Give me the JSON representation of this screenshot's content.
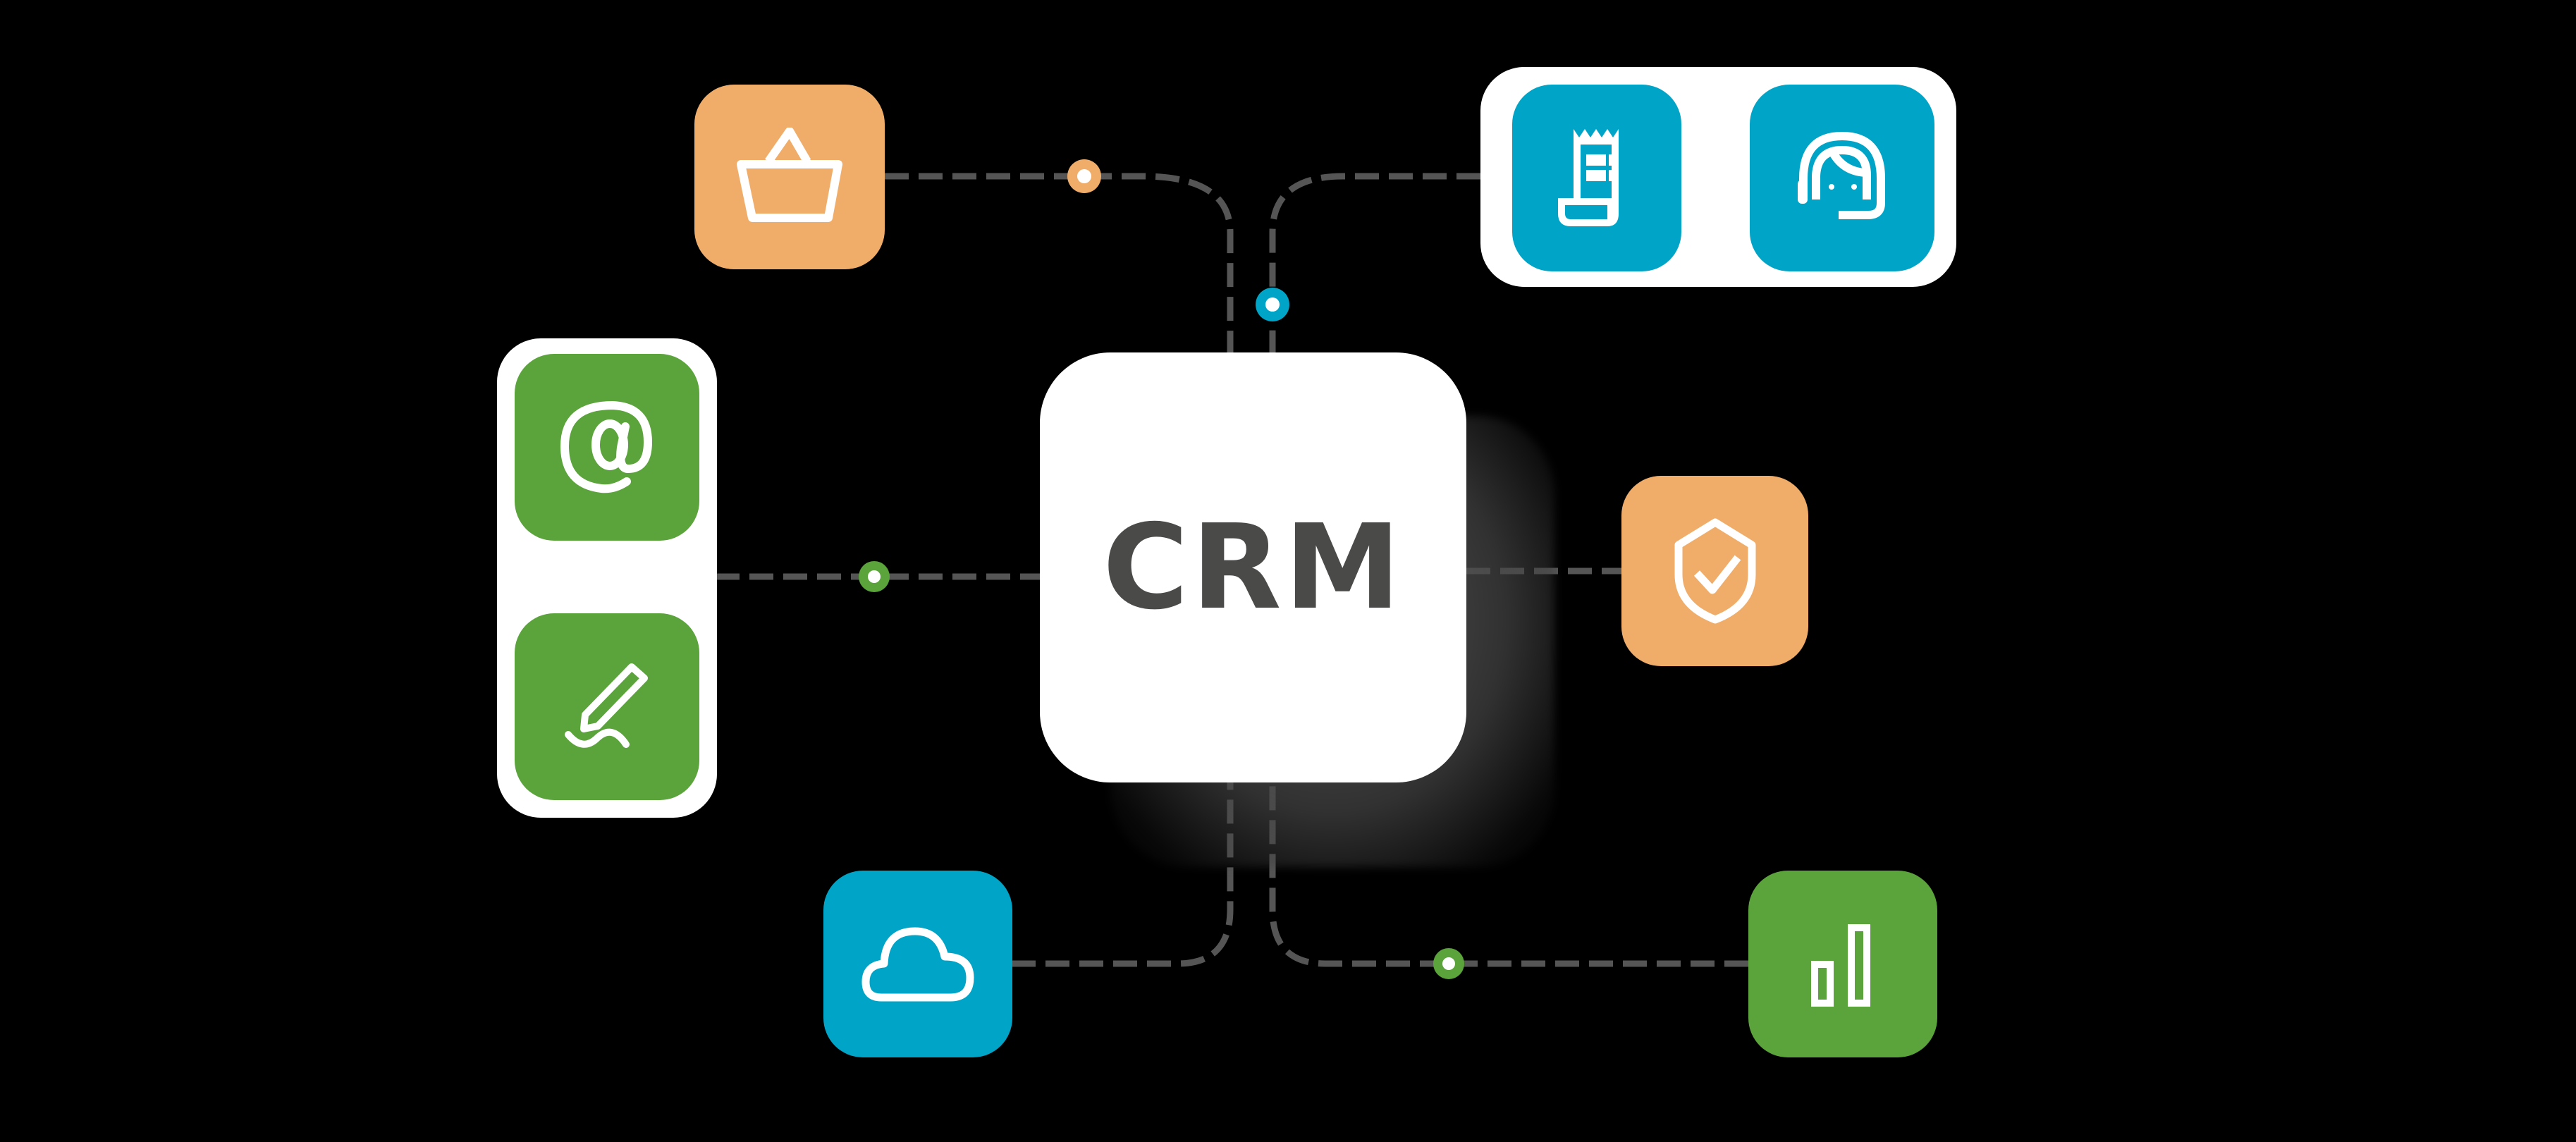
{
  "diagram": {
    "title": "CRM",
    "center_node": {
      "label": "CRM",
      "text_color": "#4a4b49",
      "background": "#ffffff"
    },
    "colors": {
      "orange": "#f0ad6a",
      "blue": "#00a4c6",
      "green": "#5ba33b",
      "connector": "#555555",
      "background": "#000000"
    },
    "nodes": [
      {
        "id": "shopping",
        "icon": "shopping-basket-icon",
        "color": "orange",
        "position": "top-left"
      },
      {
        "id": "invoice",
        "icon": "receipt-icon",
        "color": "blue",
        "position": "top-right",
        "group": "top-right-group"
      },
      {
        "id": "support",
        "icon": "headset-support-agent-icon",
        "color": "blue",
        "position": "top-right",
        "group": "top-right-group"
      },
      {
        "id": "email",
        "icon": "at-sign-email-icon",
        "color": "green",
        "position": "left",
        "group": "left-group"
      },
      {
        "id": "signature",
        "icon": "pen-signature-icon",
        "color": "green",
        "position": "left",
        "group": "left-group"
      },
      {
        "id": "security",
        "icon": "shield-check-icon",
        "color": "orange",
        "position": "right"
      },
      {
        "id": "cloud",
        "icon": "cloud-icon",
        "color": "blue",
        "position": "bottom-left"
      },
      {
        "id": "analytics",
        "icon": "bar-chart-icon",
        "color": "green",
        "position": "bottom-right"
      }
    ],
    "connectors": [
      {
        "from": "shopping",
        "to": "CRM",
        "style": "dashed",
        "dot_color": "orange"
      },
      {
        "from": "top-right-group",
        "to": "CRM",
        "style": "dashed",
        "dot_color": "blue"
      },
      {
        "from": "left-group",
        "to": "CRM",
        "style": "dashed",
        "dot_color": "green"
      },
      {
        "from": "security",
        "to": "CRM",
        "style": "dashed"
      },
      {
        "from": "cloud",
        "to": "CRM",
        "style": "dashed"
      },
      {
        "from": "analytics",
        "to": "CRM",
        "style": "dashed",
        "dot_color": "green"
      }
    ]
  }
}
